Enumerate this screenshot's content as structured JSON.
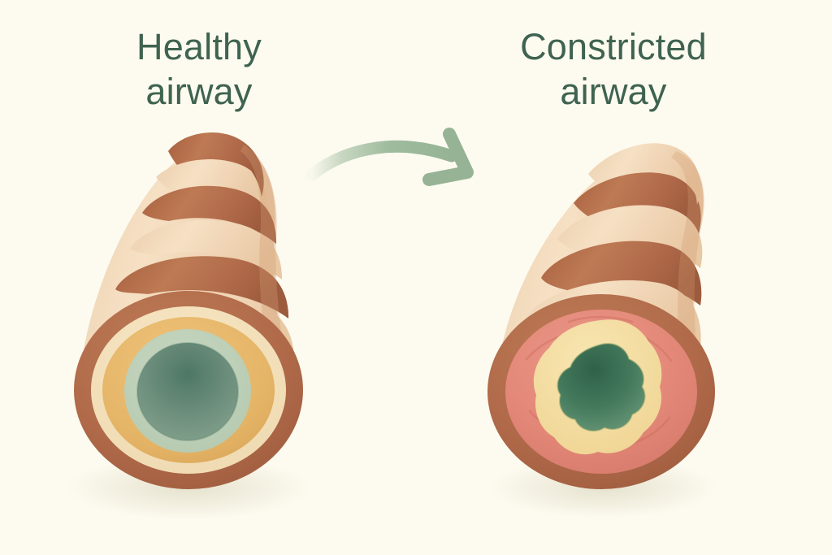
{
  "illustration": {
    "title": "Healthy versus constricted airway cross-section comparison",
    "background_color": "#fdfbf0",
    "text_color": "#3f6350"
  },
  "labels": {
    "healthy": "Healthy\nairway",
    "constricted": "Constricted\nairway"
  },
  "arrow": {
    "name": "progression-arrow",
    "color": "#9ab899",
    "direction": "left-to-right curved"
  },
  "healthy_airway": {
    "name": "healthy-airway-figure",
    "cartilage_ring_dark": "#b5714f",
    "cartilage_ring_light": "#f0d3b4",
    "outer_rim": "#b06a4a",
    "submucosa": "#f2dcb4",
    "muscle_layer": "#e5b567",
    "mucosa": "#bcd0b8",
    "lumen": "#6d8f7c",
    "lumen_state": "open",
    "layers": [
      {
        "label": "cartilage",
        "color": "#b06a4a"
      },
      {
        "label": "submucosa",
        "color": "#f2dcb4"
      },
      {
        "label": "smooth muscle",
        "color": "#e5b567"
      },
      {
        "label": "mucosa",
        "color": "#bcd0b8"
      },
      {
        "label": "lumen",
        "color": "#6d8f7c"
      }
    ]
  },
  "constricted_airway": {
    "name": "constricted-airway-figure",
    "cartilage_ring_dark": "#b5714f",
    "cartilage_ring_light": "#f0d3b4",
    "outer_rim": "#b06a4a",
    "inflamed_tissue": "#e38878",
    "swollen_mucosa": "#f5dea0",
    "lumen": "#3f7357",
    "lumen_state": "narrowed",
    "layers": [
      {
        "label": "cartilage",
        "color": "#b06a4a"
      },
      {
        "label": "inflamed tissue",
        "color": "#e38878"
      },
      {
        "label": "swollen mucosa",
        "color": "#f5dea0"
      },
      {
        "label": "lumen",
        "color": "#3f7357"
      }
    ]
  }
}
